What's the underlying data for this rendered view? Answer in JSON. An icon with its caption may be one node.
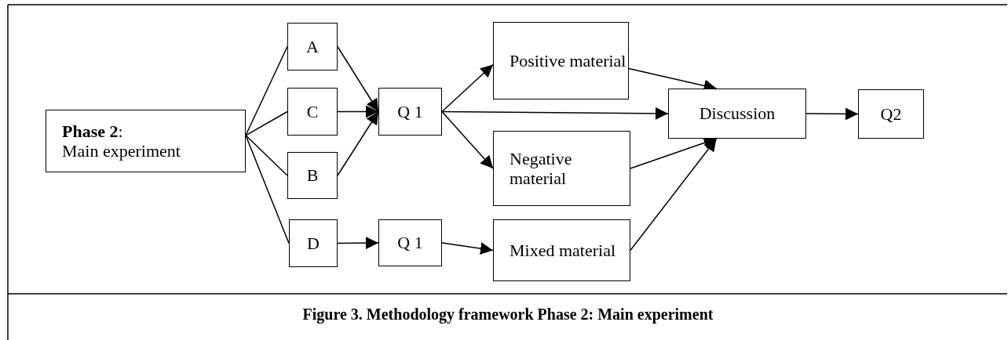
{
  "diagram": {
    "caption": "Figure 3.  Methodology framework Phase 2: Main experiment",
    "nodes": [
      {
        "text": [
          "**Phase 2**:",
          "Main experiment"
        ]
      },
      {
        "text": [
          "A"
        ]
      },
      {
        "text": [
          "C"
        ]
      },
      {
        "text": [
          "B"
        ]
      },
      {
        "text": [
          "D"
        ]
      },
      {
        "text": [
          "Q 1"
        ]
      },
      {
        "text": [
          "Q 1"
        ]
      },
      {
        "text": [
          "Positive material"
        ]
      },
      {
        "text": [
          "Negative material"
        ]
      },
      {
        "text": [
          "Mixed material"
        ]
      },
      {
        "text": [
          "Discussion"
        ]
      },
      {
        "text": [
          "Q2"
        ]
      }
    ],
    "edges": [
      {
        "from": 0,
        "to": 1,
        "arrow": "none"
      },
      {
        "from": 0,
        "to": 2,
        "arrow": "none"
      },
      {
        "from": 0,
        "to": 3,
        "arrow": "none"
      },
      {
        "from": 0,
        "to": 4,
        "arrow": "none"
      },
      {
        "from": 1,
        "to": 5,
        "arrow": "to"
      },
      {
        "from": 2,
        "to": 5,
        "arrow": "to"
      },
      {
        "from": 3,
        "to": 5,
        "arrow": "to"
      },
      {
        "from": 4,
        "to": 6,
        "arrow": "to"
      },
      {
        "from": 5,
        "to": 7,
        "arrow": "to"
      },
      {
        "from": 5,
        "to": 10,
        "arrow": "to"
      },
      {
        "from": 5,
        "to": 8,
        "arrow": "to"
      },
      {
        "from": 6,
        "to": 9,
        "arrow": "to"
      },
      {
        "from": 7,
        "to": 10,
        "arrow": "to"
      },
      {
        "from": 8,
        "to": 10,
        "arrow": "to"
      },
      {
        "from": 9,
        "to": 10,
        "arrow": "to"
      },
      {
        "from": 10,
        "to": 11,
        "arrow": "to"
      }
    ]
  }
}
